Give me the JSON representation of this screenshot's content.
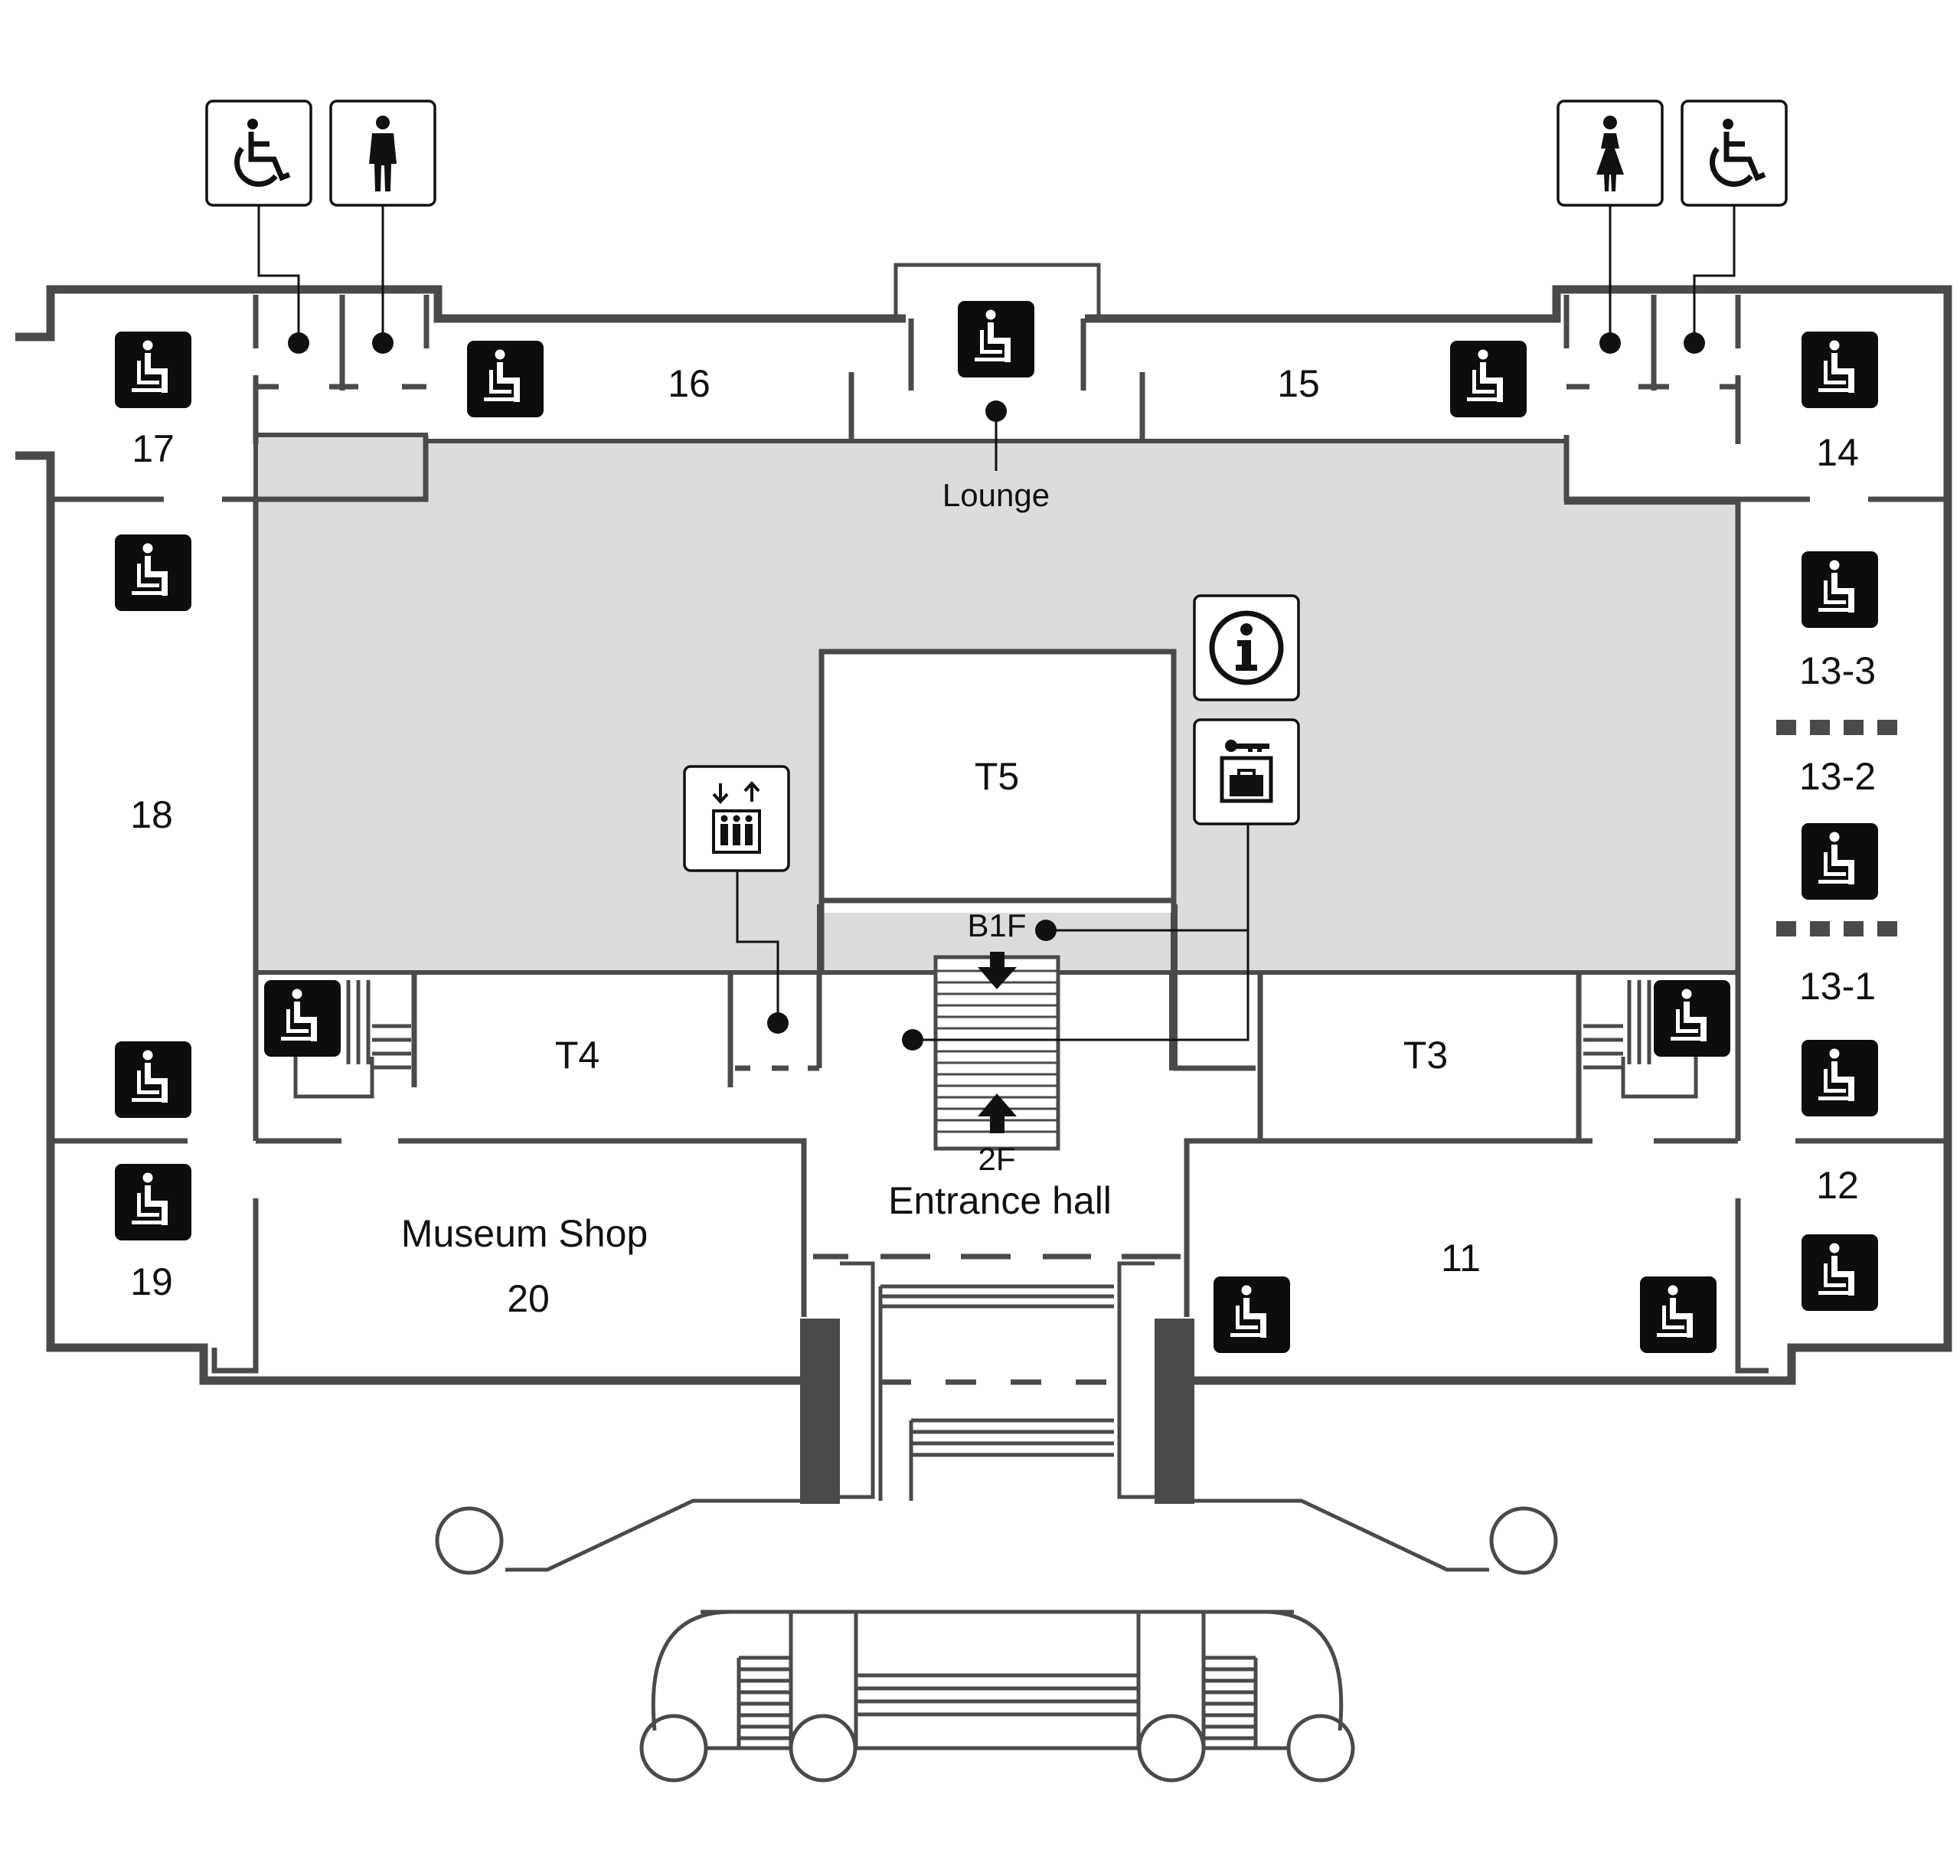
{
  "rooms": {
    "r17": "17",
    "r16": "16",
    "r15": "15",
    "r14": "14",
    "r18": "18",
    "r19": "19",
    "r12": "12",
    "r11": "11",
    "r13_3": "13-3",
    "r13_2": "13-2",
    "r13_1": "13-1",
    "t5": "T5",
    "t4": "T4",
    "t3": "T3",
    "shop_name": "Museum Shop",
    "shop_num": "20",
    "lounge": "Lounge",
    "entrance": "Entrance hall",
    "floor_down": "B1F",
    "floor_up": "2F"
  },
  "icons": {
    "seat": "seat-icon",
    "wheelchair": "wheelchair-icon",
    "mens": "mens-restroom-icon",
    "womens": "womens-restroom-icon",
    "info": "information-icon",
    "locker": "coin-locker-icon",
    "elevator": "elevator-icon"
  },
  "colors": {
    "wall": "#4a4a4a",
    "hall_fill": "#dcdcdc",
    "icon_dark": "#0d0d0d",
    "background": "#ffffff"
  }
}
